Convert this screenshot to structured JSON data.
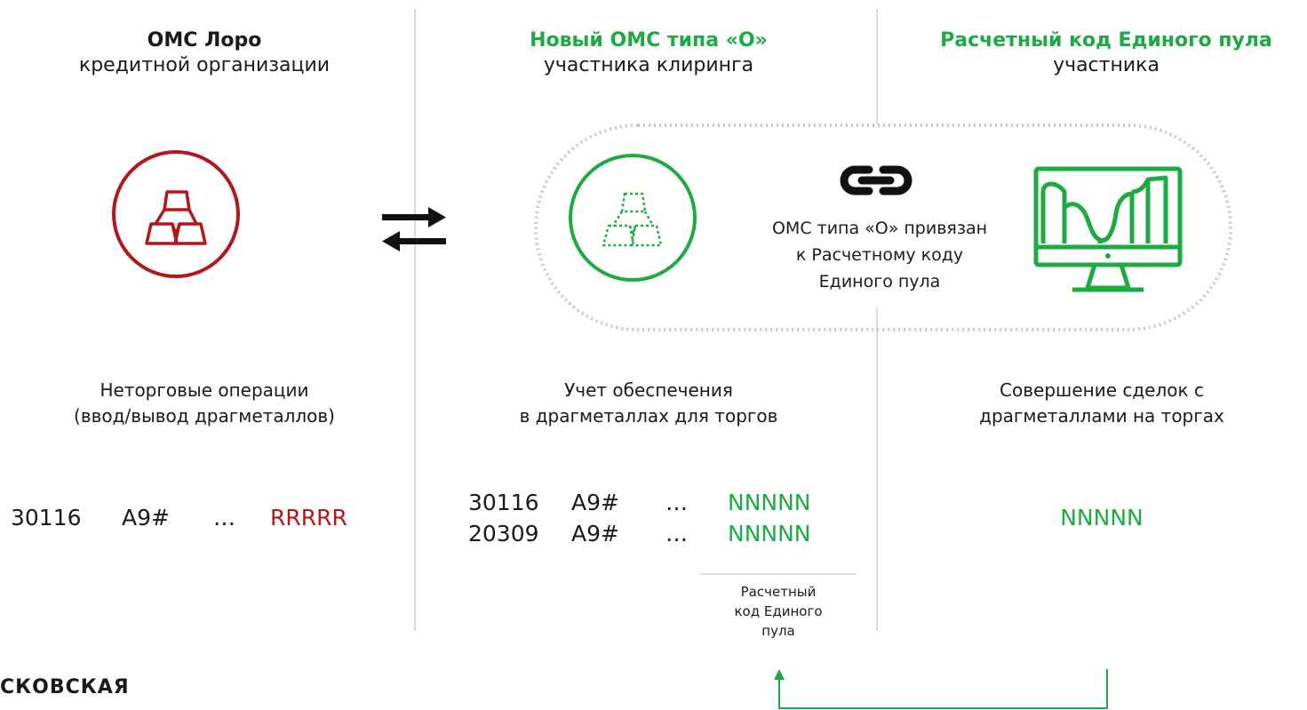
{
  "columns": {
    "loro": {
      "title": "ОМС Лоро",
      "subtitle": "кредитной организации",
      "description": [
        "Неторговые операции",
        "(ввод/вывод драгметаллов)"
      ],
      "account": {
        "part1": "30116",
        "part2": "A9#",
        "part3": "…",
        "part4": "RRRRR"
      }
    },
    "new_oms": {
      "title": "Новый ОМС типа «О»",
      "subtitle": "участника клиринга",
      "description": [
        "Учет обеспечения",
        "в драгметаллах для торгов"
      ],
      "accounts": [
        {
          "part1": "30116",
          "part2": "A9#",
          "part3": "…",
          "part4": "NNNNN"
        },
        {
          "part1": "20309",
          "part2": "A9#",
          "part3": "…",
          "part4": "NNNNN"
        }
      ],
      "code_note": [
        "Расчетный",
        "код Единого",
        "пула"
      ]
    },
    "pool_code": {
      "title": "Расчетный код Единого пула",
      "subtitle": "участника",
      "description": [
        "Совершение сделок с",
        "драгметаллами на торгах"
      ],
      "code": "NNNNN"
    }
  },
  "link_text": [
    "ОМС типа «О» привязан",
    "к Расчетному коду",
    "Единого пула"
  ],
  "logo_text": "СКОВСКАЯ",
  "colors": {
    "green": "#1eaa42",
    "red": "#b3161b",
    "divider": "#dddddd",
    "dots": "#c8c8c8"
  },
  "icons": [
    "gold-bars-red-icon",
    "exchange-arrows-icon",
    "gold-bars-dotted-green-icon",
    "chain-link-icon",
    "monitor-chart-icon",
    "up-arrow-icon"
  ]
}
